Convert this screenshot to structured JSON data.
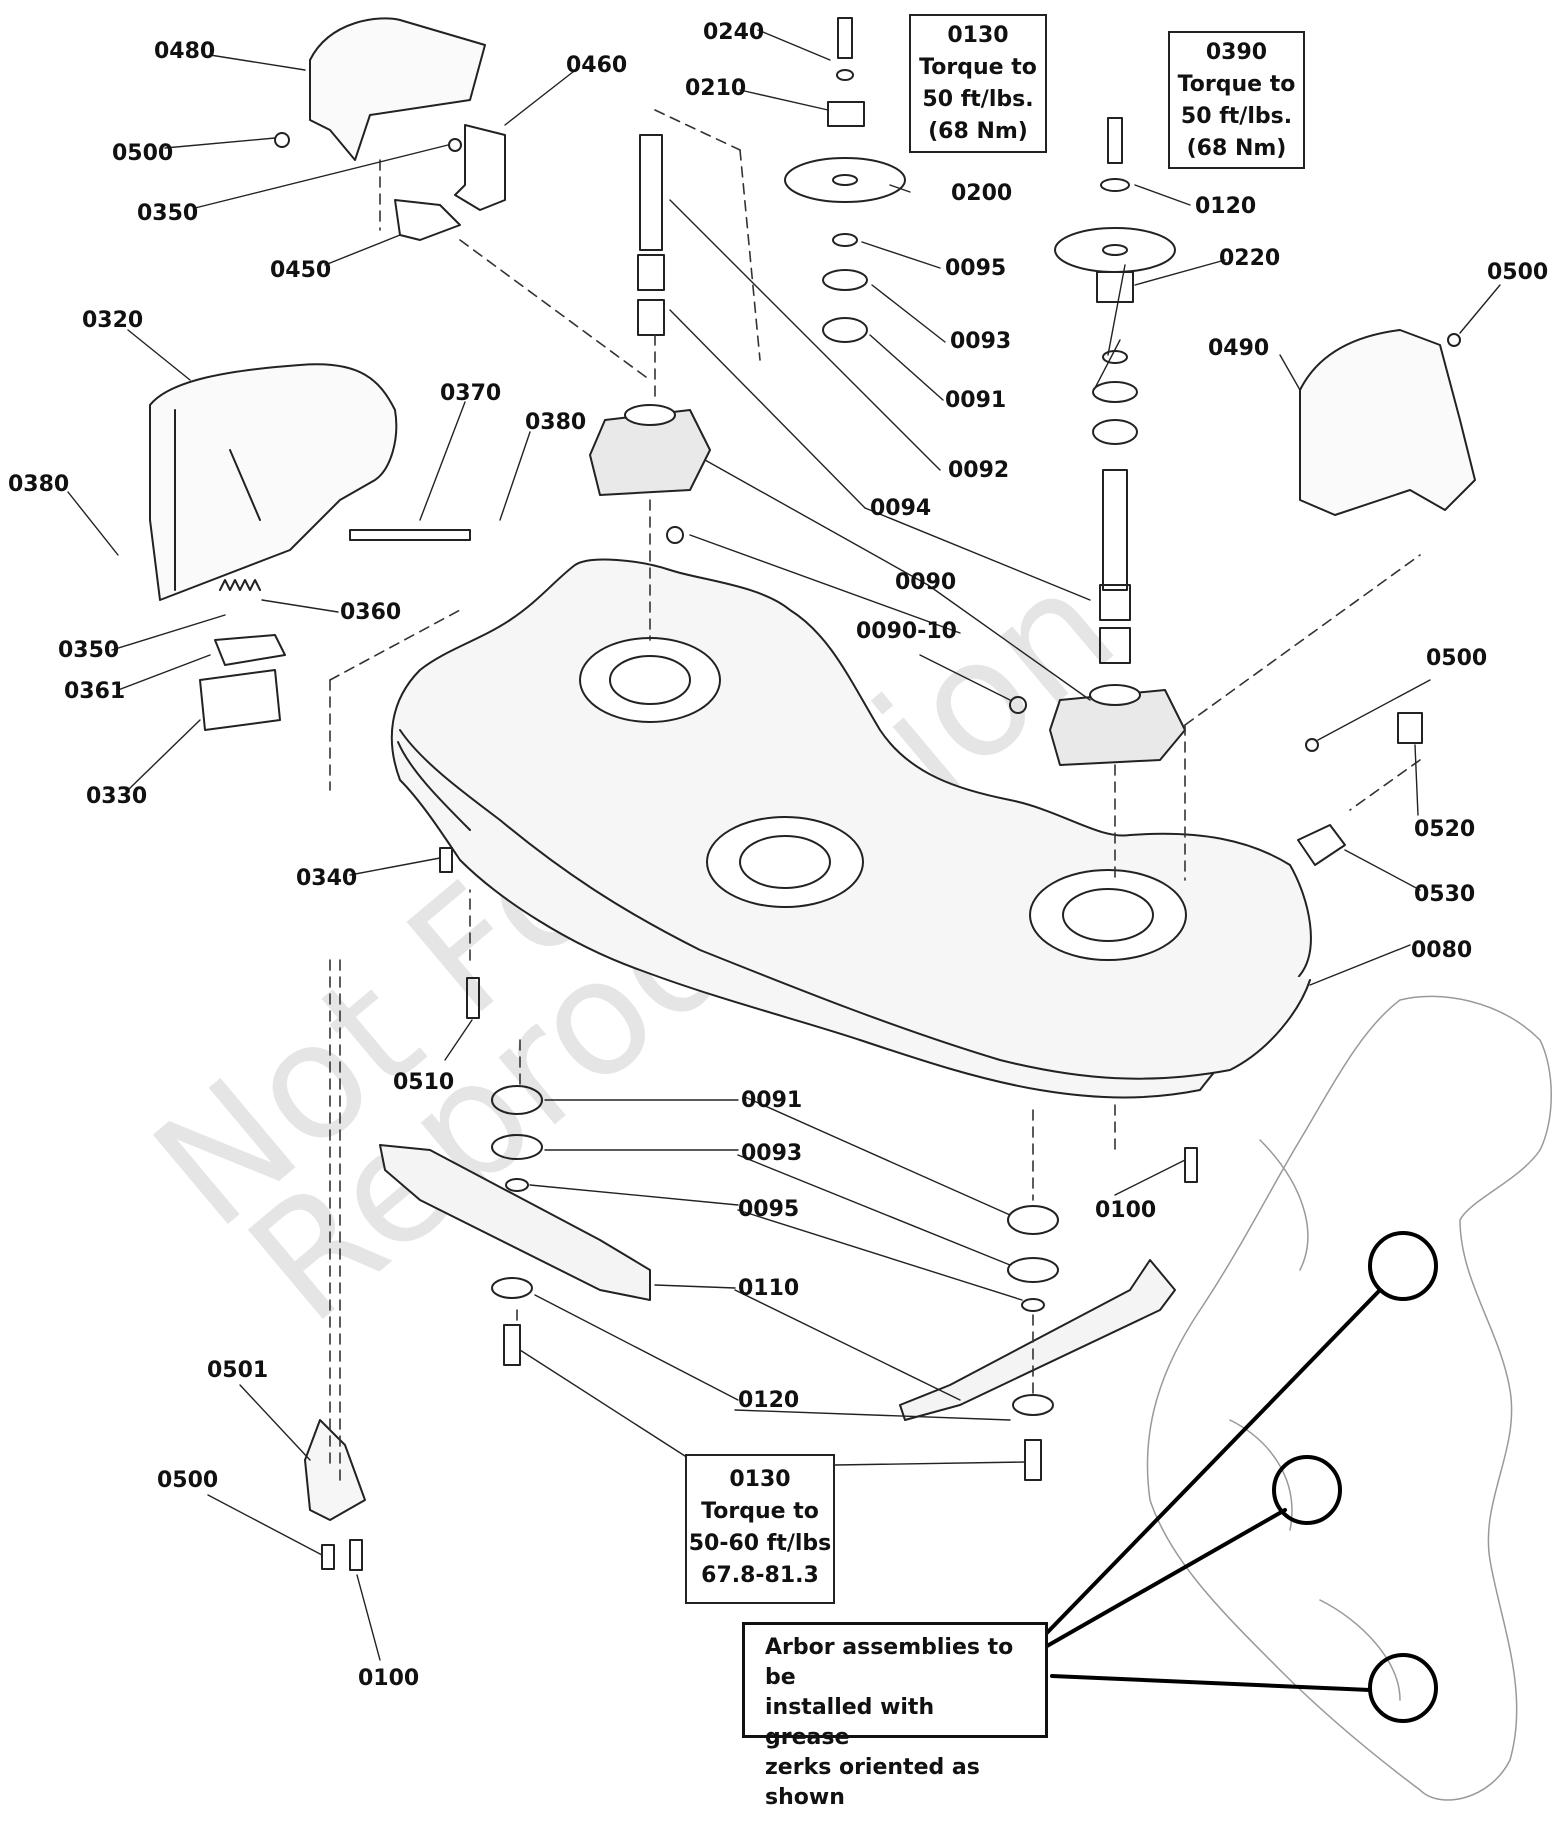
{
  "watermark": {
    "line1": "Not For",
    "line2": "Reproduction"
  },
  "labels": [
    {
      "id": "0480a",
      "text": "0480"
    },
    {
      "id": "0460a",
      "text": "0460"
    },
    {
      "id": "0500a",
      "text": "0500"
    },
    {
      "id": "0350a",
      "text": "0350"
    },
    {
      "id": "0450a",
      "text": "0450"
    },
    {
      "id": "0320a",
      "text": "0320"
    },
    {
      "id": "0370a",
      "text": "0370"
    },
    {
      "id": "0380a",
      "text": "0380"
    },
    {
      "id": "0380b",
      "text": "0380"
    },
    {
      "id": "0360a",
      "text": "0360"
    },
    {
      "id": "0350b",
      "text": "0350"
    },
    {
      "id": "0361a",
      "text": "0361"
    },
    {
      "id": "0330a",
      "text": "0330"
    },
    {
      "id": "0240a",
      "text": "0240"
    },
    {
      "id": "0210a",
      "text": "0210"
    },
    {
      "id": "0200a",
      "text": "0200"
    },
    {
      "id": "0095a",
      "text": "0095"
    },
    {
      "id": "0093a",
      "text": "0093"
    },
    {
      "id": "0091a",
      "text": "0091"
    },
    {
      "id": "0092a",
      "text": "0092"
    },
    {
      "id": "0094a",
      "text": "0094"
    },
    {
      "id": "0090a",
      "text": "0090"
    },
    {
      "id": "0090-10a",
      "text": "0090-10"
    },
    {
      "id": "0120a",
      "text": "0120"
    },
    {
      "id": "0220a",
      "text": "0220"
    },
    {
      "id": "0500b",
      "text": "0500"
    },
    {
      "id": "0490a",
      "text": "0490"
    },
    {
      "id": "0500c",
      "text": "0500"
    },
    {
      "id": "0520a",
      "text": "0520"
    },
    {
      "id": "0530a",
      "text": "0530"
    },
    {
      "id": "0080a",
      "text": "0080"
    },
    {
      "id": "0340a",
      "text": "0340"
    },
    {
      "id": "0510a",
      "text": "0510"
    },
    {
      "id": "0091b",
      "text": "0091"
    },
    {
      "id": "0093b",
      "text": "0093"
    },
    {
      "id": "0095b",
      "text": "0095"
    },
    {
      "id": "0110a",
      "text": "0110"
    },
    {
      "id": "0120b",
      "text": "0120"
    },
    {
      "id": "0100a",
      "text": "0100"
    },
    {
      "id": "0501a",
      "text": "0501"
    },
    {
      "id": "0500d",
      "text": "0500"
    },
    {
      "id": "0100b",
      "text": "0100"
    }
  ],
  "torque_boxes": [
    {
      "id": "box-0130-top",
      "lines": [
        "0130",
        "Torque to",
        "50 ft/lbs.",
        "(68 Nm)"
      ]
    },
    {
      "id": "box-0390",
      "lines": [
        "0390",
        "Torque to",
        "50 ft/lbs.",
        "(68 Nm)"
      ]
    },
    {
      "id": "box-0130-bottom",
      "lines": [
        "0130",
        "Torque to",
        "50-60 ft/lbs",
        "67.8-81.3"
      ]
    }
  ],
  "note": {
    "lines": [
      "Arbor assemblies to be",
      "installed with grease",
      "zerks oriented as shown"
    ]
  }
}
